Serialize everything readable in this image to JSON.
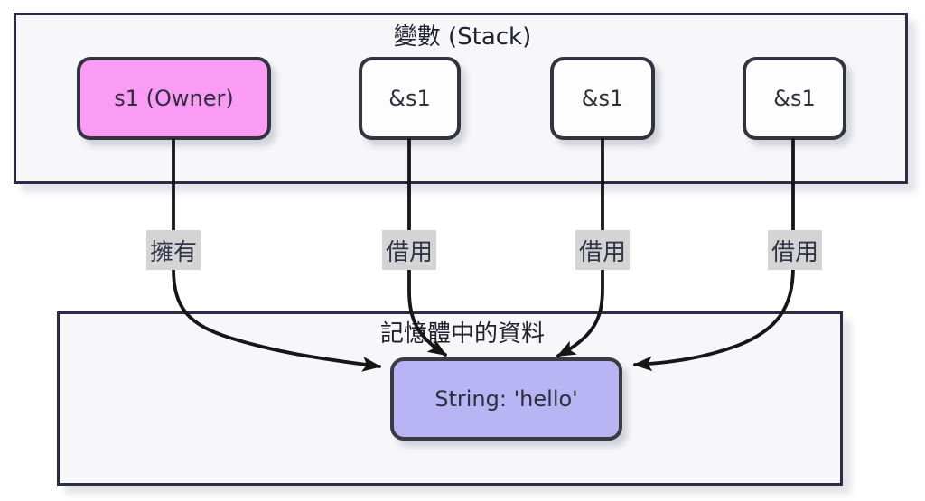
{
  "diagram": {
    "stack_container": {
      "title": "變數 (Stack)"
    },
    "heap_container": {
      "title": "記憶體中的資料"
    },
    "nodes": {
      "owner": {
        "label": "s1 (Owner)"
      },
      "ref1": {
        "label": "&s1"
      },
      "ref2": {
        "label": "&s1"
      },
      "ref3": {
        "label": "&s1"
      },
      "string": {
        "label": "String: 'hello'"
      }
    },
    "edges": {
      "own": {
        "label": "擁有"
      },
      "borrow1": {
        "label": "借用"
      },
      "borrow2": {
        "label": "借用"
      },
      "borrow3": {
        "label": "借用"
      }
    },
    "colors": {
      "owner_fill": "#fb9cf4",
      "ref_fill": "#fdfdfe",
      "string_fill": "#b9b4f4",
      "container_fill": "#f7f7fa",
      "container_border": "#2c2c48",
      "node_border": "#333340",
      "edge_label_bg": "#d4d4d4",
      "text": "#2e2e3d",
      "arrow": "#161616"
    }
  }
}
